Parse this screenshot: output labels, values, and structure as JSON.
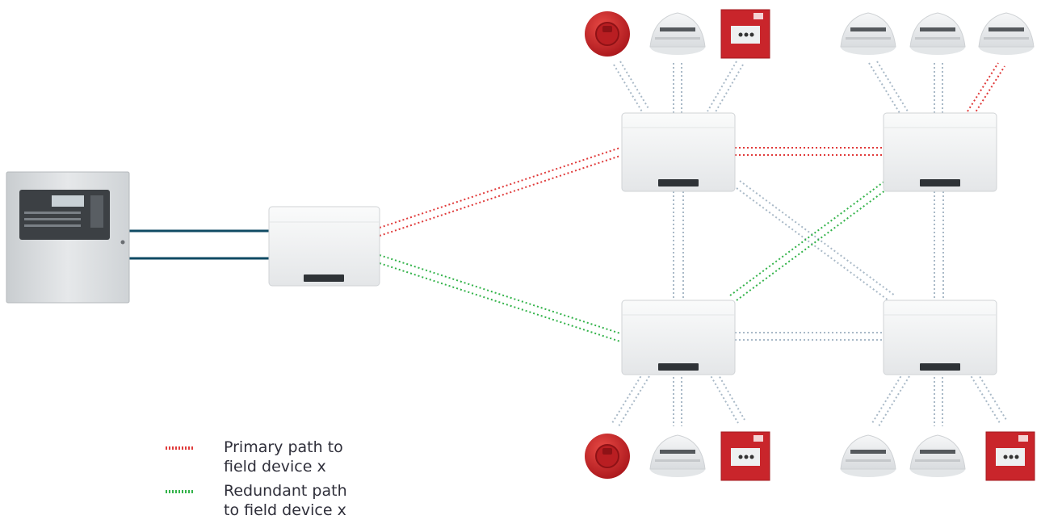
{
  "colors": {
    "primary_path": "#e03a3a",
    "redundant_path": "#33b34a",
    "inactive_path": "#a9b9c7",
    "panel_link": "#0f4a63",
    "device_red": "#c9252b",
    "module_body": "#eef0f1"
  },
  "legend": {
    "primary": {
      "line1": "Primary path to",
      "line2": "field device x"
    },
    "redundant": {
      "line1": "Redundant path",
      "line2": "to field device x"
    }
  },
  "icons": [
    "control-panel-icon",
    "network-module-icon",
    "sounder-icon",
    "smoke-detector-icon",
    "call-point-icon"
  ],
  "nodes": {
    "panel": {
      "kind": "control-panel"
    },
    "hub": {
      "kind": "module"
    },
    "module_a": {
      "kind": "module"
    },
    "module_b": {
      "kind": "module"
    },
    "module_c": {
      "kind": "module"
    },
    "module_d": {
      "kind": "module"
    },
    "devices_top_left": [
      "sounder",
      "smoke-detector",
      "call-point"
    ],
    "devices_top_right": [
      "smoke-detector",
      "smoke-detector",
      "smoke-detector"
    ],
    "devices_bottom_left": [
      "sounder",
      "smoke-detector",
      "call-point"
    ],
    "devices_bottom_right": [
      "smoke-detector",
      "smoke-detector",
      "call-point"
    ]
  },
  "paths": [
    {
      "from": "panel",
      "to": "hub",
      "kind": "wired"
    },
    {
      "from": "hub",
      "to": "module_a",
      "kind": "primary"
    },
    {
      "from": "hub",
      "to": "module_c",
      "kind": "redundant"
    },
    {
      "from": "module_a",
      "to": "module_b",
      "kind": "primary"
    },
    {
      "from": "module_c",
      "to": "module_b",
      "kind": "redundant"
    },
    {
      "from": "module_a",
      "to": "module_c",
      "kind": "inactive"
    },
    {
      "from": "module_a",
      "to": "module_d",
      "kind": "inactive"
    },
    {
      "from": "module_b",
      "to": "module_d",
      "kind": "inactive"
    },
    {
      "from": "module_c",
      "to": "module_d",
      "kind": "inactive"
    },
    {
      "from": "module_b",
      "to": "devices_top_right.2",
      "kind": "primary"
    }
  ]
}
